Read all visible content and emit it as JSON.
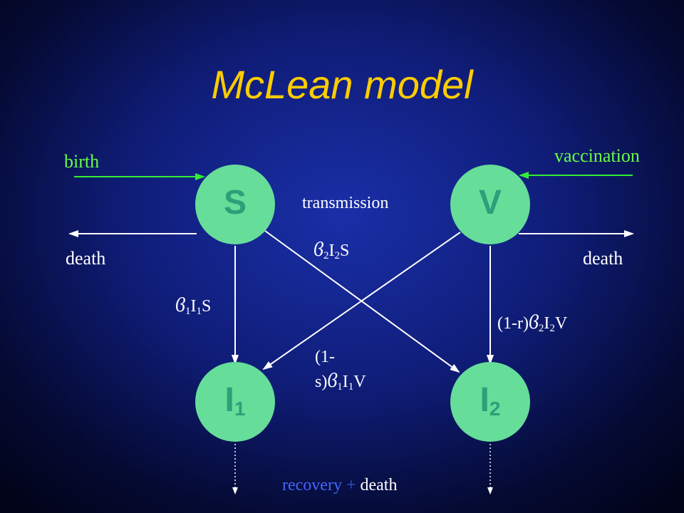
{
  "title": "McLean model",
  "nodes": {
    "S": {
      "label": "S"
    },
    "V": {
      "label": "V"
    },
    "I1": {
      "label": "I",
      "sub": "1"
    },
    "I2": {
      "label": "I",
      "sub": "2"
    }
  },
  "labels": {
    "birth": "birth",
    "vaccination": "vaccination",
    "death_left": "death",
    "death_right": "death",
    "transmission": "transmission",
    "recovery": "recovery",
    "plus": "+",
    "death_bottom": "death"
  },
  "formulas": {
    "b2I2S": {
      "beta": "ϐ",
      "s1": "2",
      "mid": "I",
      "s2": "2",
      "tail": "S"
    },
    "b1I1S": {
      "beta": "ϐ",
      "s1": "1",
      "mid": "I",
      "s2": "1",
      "tail": "S"
    },
    "b2I2V": {
      "pre": "(1-r)",
      "beta": "ϐ",
      "s1": "2",
      "mid": "I",
      "s2": "2",
      "tail": "V"
    },
    "b1I1V": {
      "line1": "(1-",
      "pre": "s)",
      "beta": "ϐ",
      "s1": "1",
      "mid": "I",
      "s2": "1",
      "tail": "V"
    }
  },
  "colors": {
    "background": "#0f1d78",
    "title": "#ffcc00",
    "node_fill": "#66dd99",
    "node_text": "#2f9e7a",
    "inflow_arrow": "#33ee33",
    "recovery_text": "#4466ff"
  }
}
